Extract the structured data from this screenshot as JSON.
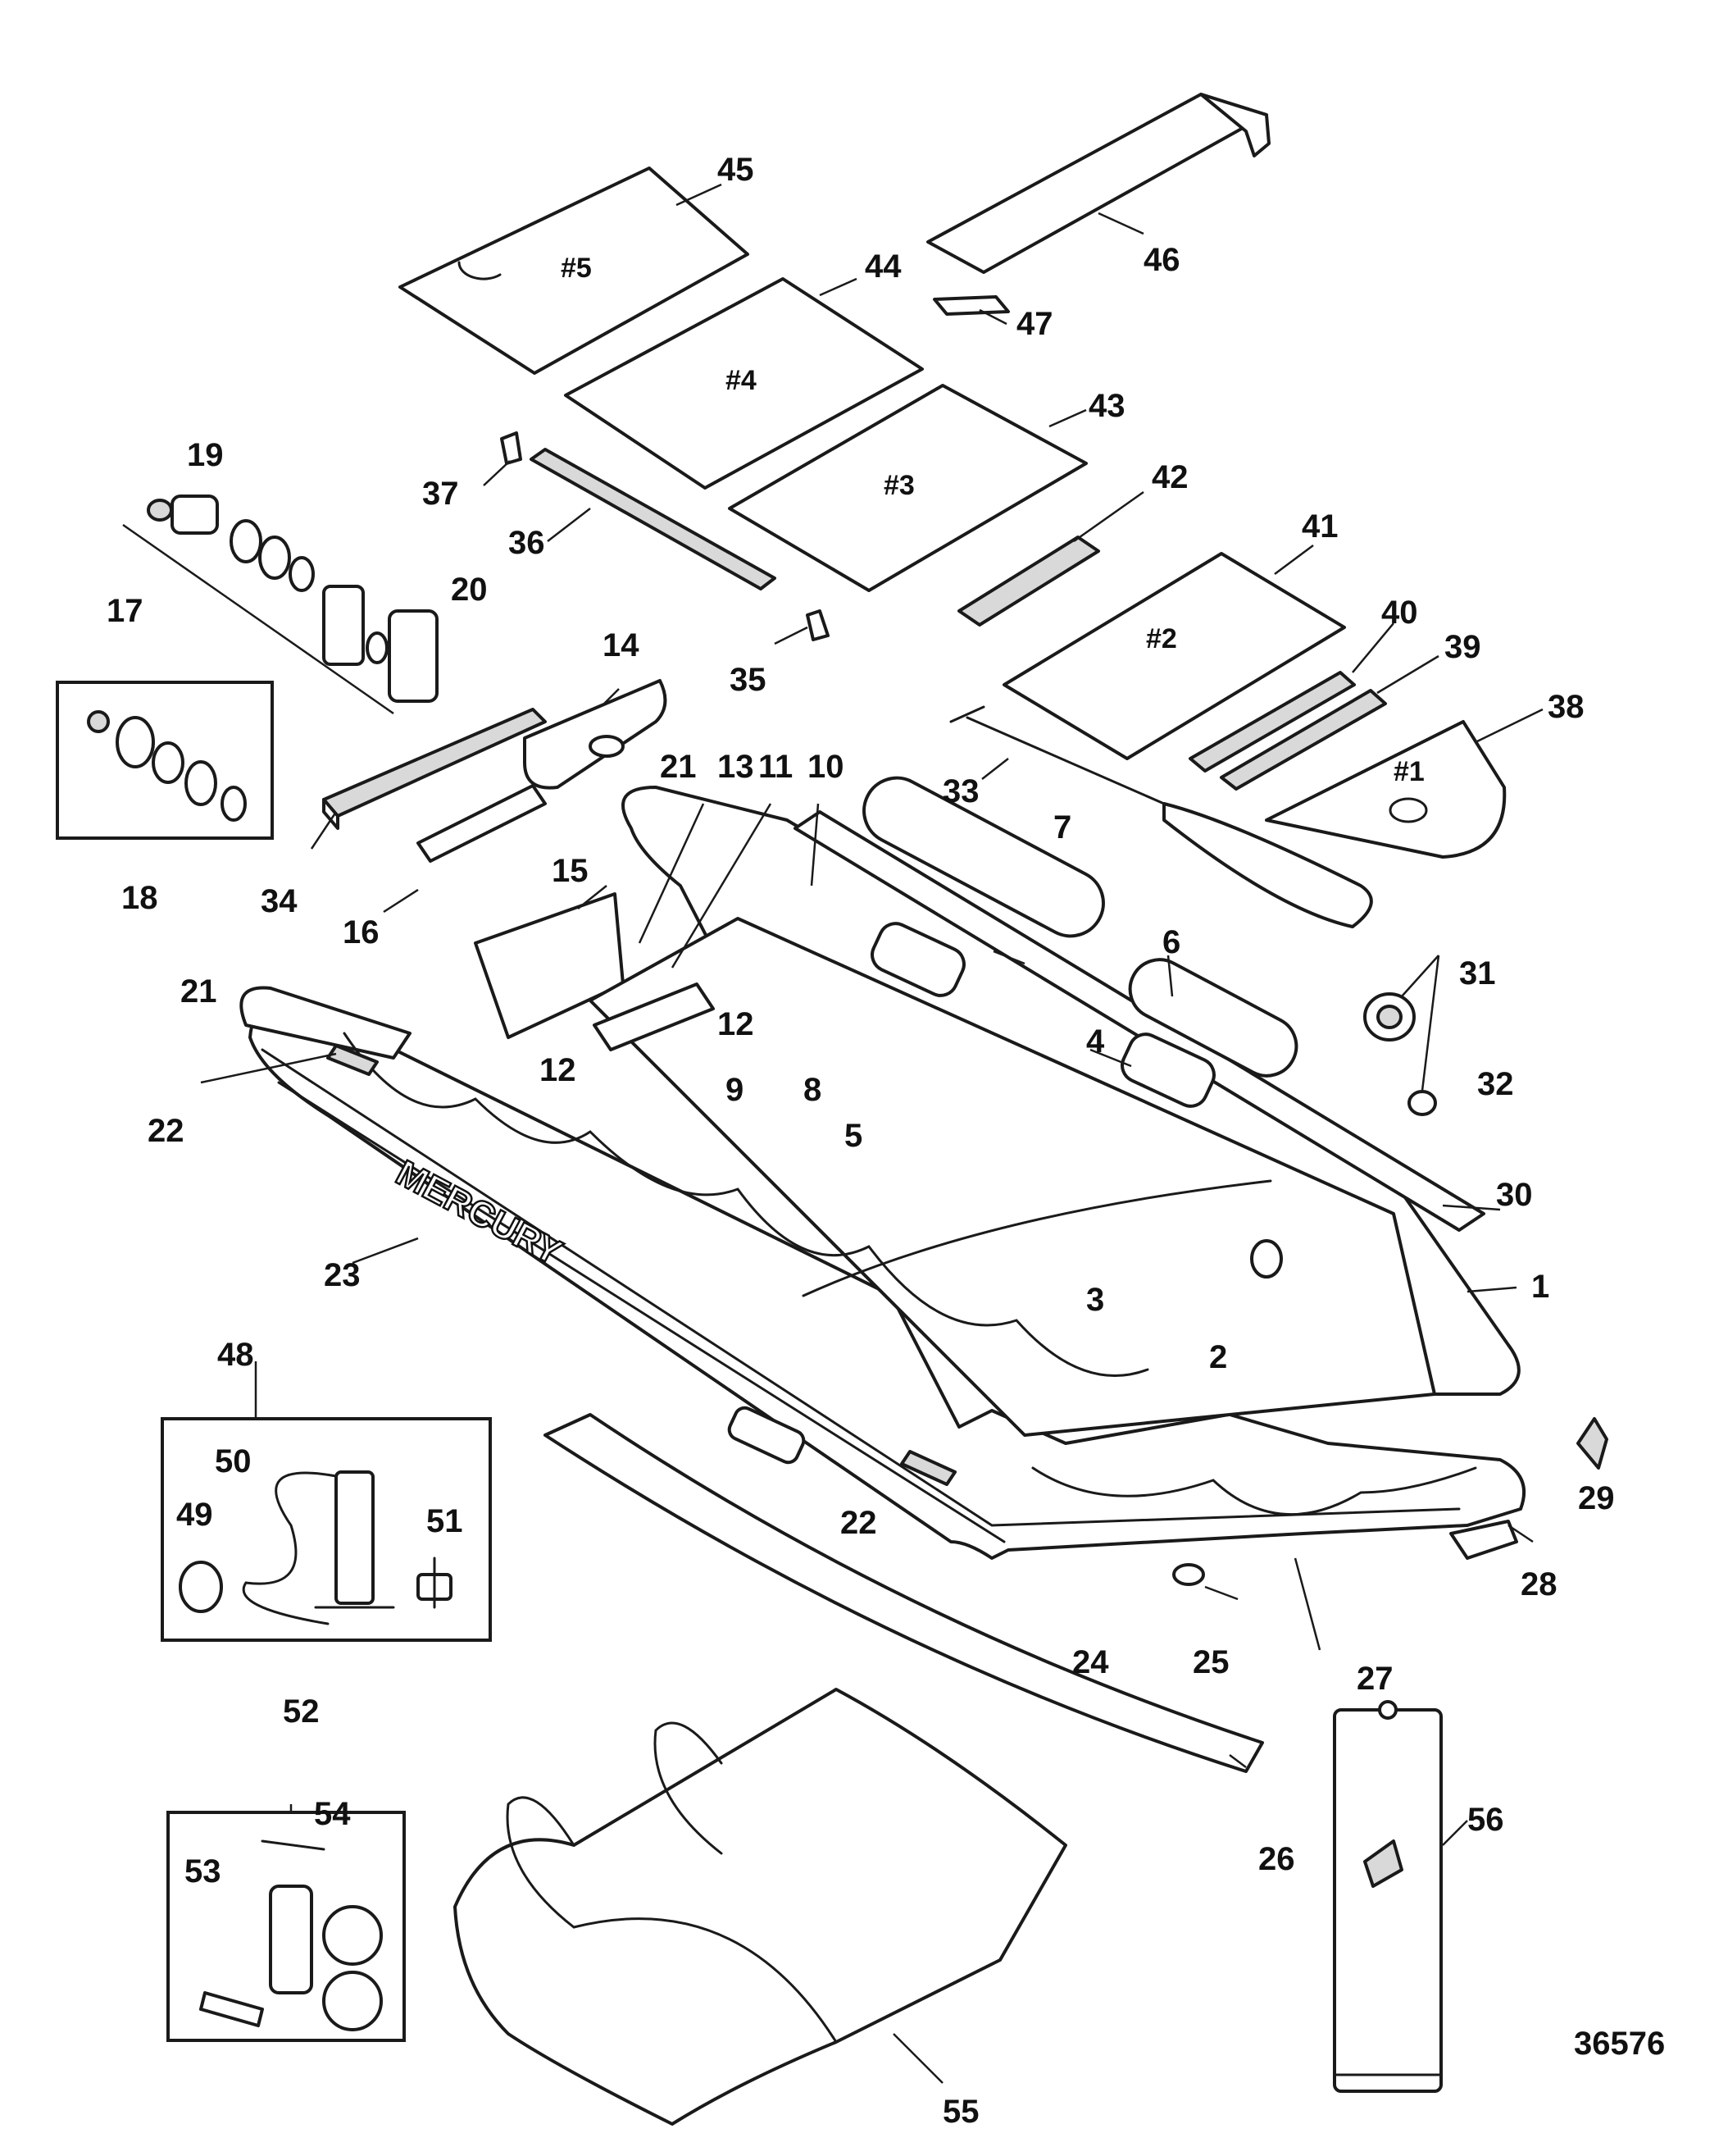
{
  "diagram": {
    "reference_number": "36576",
    "hull_brand_text": "MERCURY",
    "floor_panels": [
      {
        "id": "panel-1",
        "label": "#1"
      },
      {
        "id": "panel-2",
        "label": "#2"
      },
      {
        "id": "panel-3",
        "label": "#3"
      },
      {
        "id": "panel-4",
        "label": "#4"
      },
      {
        "id": "panel-5",
        "label": "#5"
      }
    ],
    "callouts": [
      "1",
      "2",
      "3",
      "4",
      "5",
      "6",
      "7",
      "8",
      "9",
      "10",
      "11",
      "12",
      "13",
      "14",
      "15",
      "16",
      "17",
      "18",
      "19",
      "20",
      "21",
      "22",
      "23",
      "24",
      "25",
      "26",
      "27",
      "28",
      "29",
      "30",
      "31",
      "32",
      "33",
      "34",
      "35",
      "36",
      "37",
      "38",
      "39",
      "40",
      "41",
      "42",
      "43",
      "44",
      "45",
      "46",
      "47",
      "48",
      "49",
      "50",
      "51",
      "52",
      "53",
      "54",
      "55",
      "56"
    ],
    "kits": [
      {
        "id": "pump-kit",
        "callout": "48",
        "contents": [
          "49",
          "50",
          "51"
        ]
      },
      {
        "id": "repair-kit",
        "callout": "52",
        "contents": [
          "53",
          "54"
        ]
      },
      {
        "id": "valve-kit",
        "callout": "18"
      }
    ]
  }
}
